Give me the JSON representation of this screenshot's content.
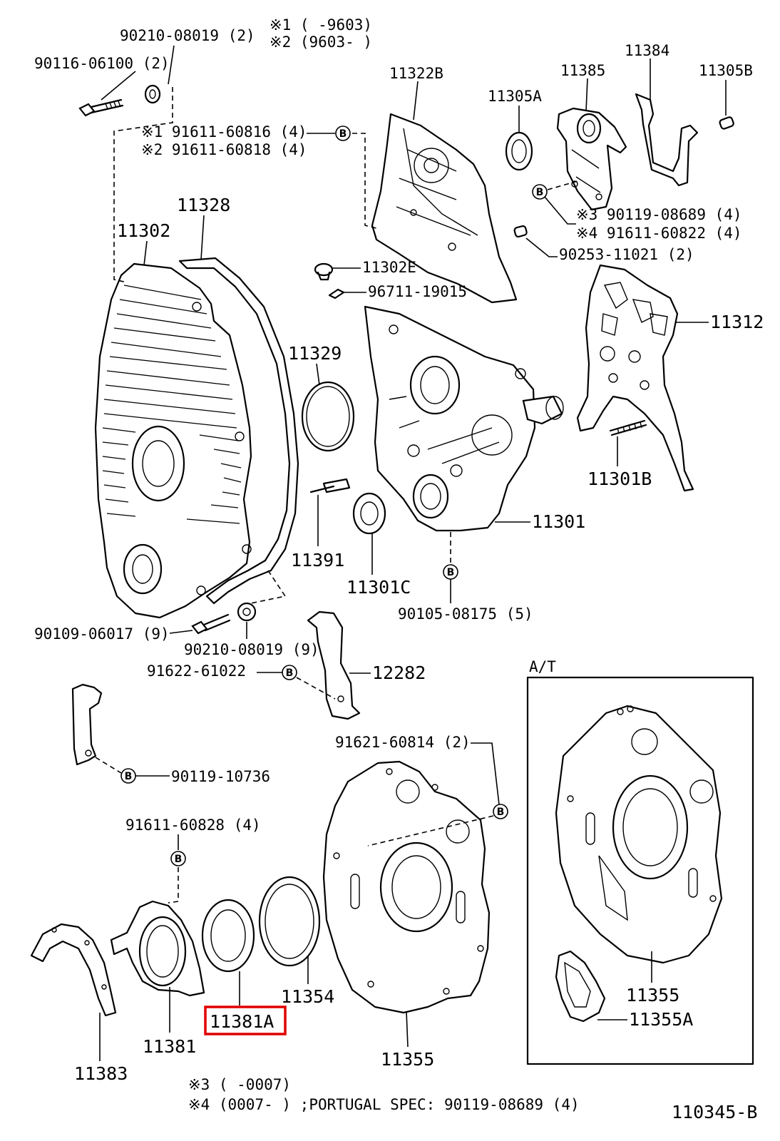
{
  "labels": {
    "note1": "※1 (      -9603)",
    "note2": "※2 (9603-      )",
    "p90210_top": "90210-08019 (2)",
    "p90116": "90116-06100 (2)",
    "p91611_816": "※1 91611-60816 (4)",
    "p91611_818": "※2 91611-60818 (4)",
    "p11322B": "11322B",
    "p11305A": "11305A",
    "p11385": "11385",
    "p11384": "11384",
    "p11305B": "11305B",
    "p90119_08689": "※3 90119-08689 (4)",
    "p91611_822": "※4 91611-60822 (4)",
    "p90253": "90253-11021 (2)",
    "p11328": "11328",
    "p11302": "11302",
    "p11302E": "11302E",
    "p96711": "96711-19015",
    "p11312": "11312",
    "p11329": "11329",
    "p11301B": "11301B",
    "p11301": "11301",
    "p11391": "11391",
    "p11301C": "11301C",
    "p90105": "90105-08175 (5)",
    "p90109": "90109-06017 (9)",
    "p90210_bot": "90210-08019 (9)",
    "p91622": "91622-61022",
    "p12282": "12282",
    "at": "A/T",
    "p91621": "91621-60814 (2)",
    "p90119_10736": "90119-10736",
    "p91611_828": "91611-60828 (4)",
    "p11354": "11354",
    "p11381A": "11381A",
    "p11381": "11381",
    "p11383": "11383",
    "p11355_main": "11355",
    "p11355_at": "11355",
    "p11355A": "11355A",
    "foot3": "※3 (      -0007)",
    "foot4": "※4 (0007-      ) ;PORTUGAL SPEC: 90119-08689 (4)",
    "code": "110345-B"
  },
  "callout": "B",
  "colors": {
    "highlight": "#e00000",
    "line": "#000000"
  },
  "highlighted_part": "11381A"
}
